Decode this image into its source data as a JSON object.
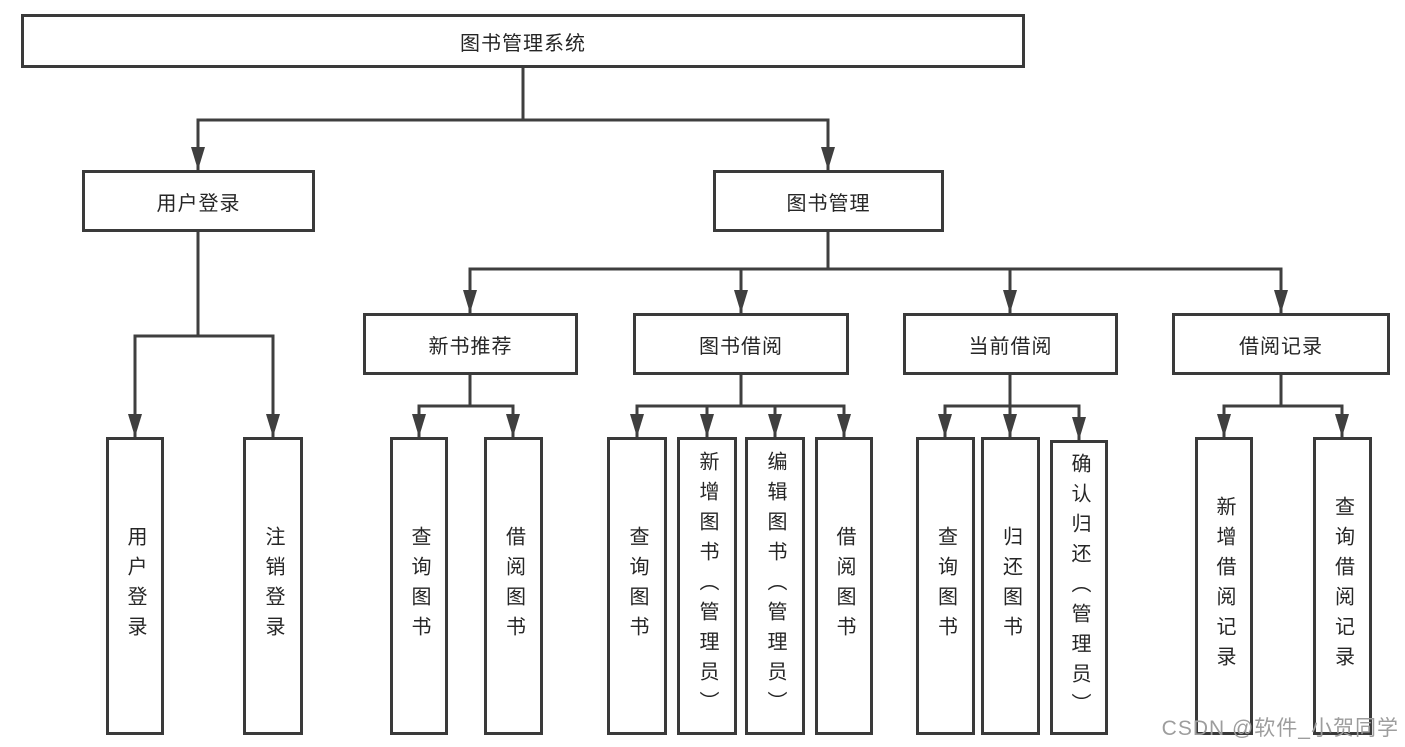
{
  "diagram": {
    "root": {
      "label": "图书管理系统"
    },
    "user_login": {
      "label": "用户登录",
      "children": {
        "login": "用户登录",
        "logout": "注销登录"
      }
    },
    "book_mgmt": {
      "label": "图书管理",
      "children": {
        "new_books": {
          "label": "新书推荐",
          "children": {
            "query": "查询图书",
            "borrow": "借阅图书"
          }
        },
        "book_borrow": {
          "label": "图书借阅",
          "children": {
            "query": "查询图书",
            "add": "新增图书（管理员）",
            "edit": "编辑图书（管理员）",
            "borrow": "借阅图书"
          }
        },
        "current_borrow": {
          "label": "当前借阅",
          "children": {
            "query": "查询图书",
            "return": "归还图书",
            "confirm": "确认归还（管理员）"
          }
        },
        "borrow_records": {
          "label": "借阅记录",
          "children": {
            "add": "新增借阅记录",
            "query": "查询借阅记录"
          }
        }
      }
    }
  },
  "watermark": {
    "text": "CSDN @软件_小贺同学"
  },
  "colors": {
    "line": "#3f3f3f",
    "border": "#3a3a3a",
    "text": "#262626",
    "watermark": "#9d9d9d"
  }
}
